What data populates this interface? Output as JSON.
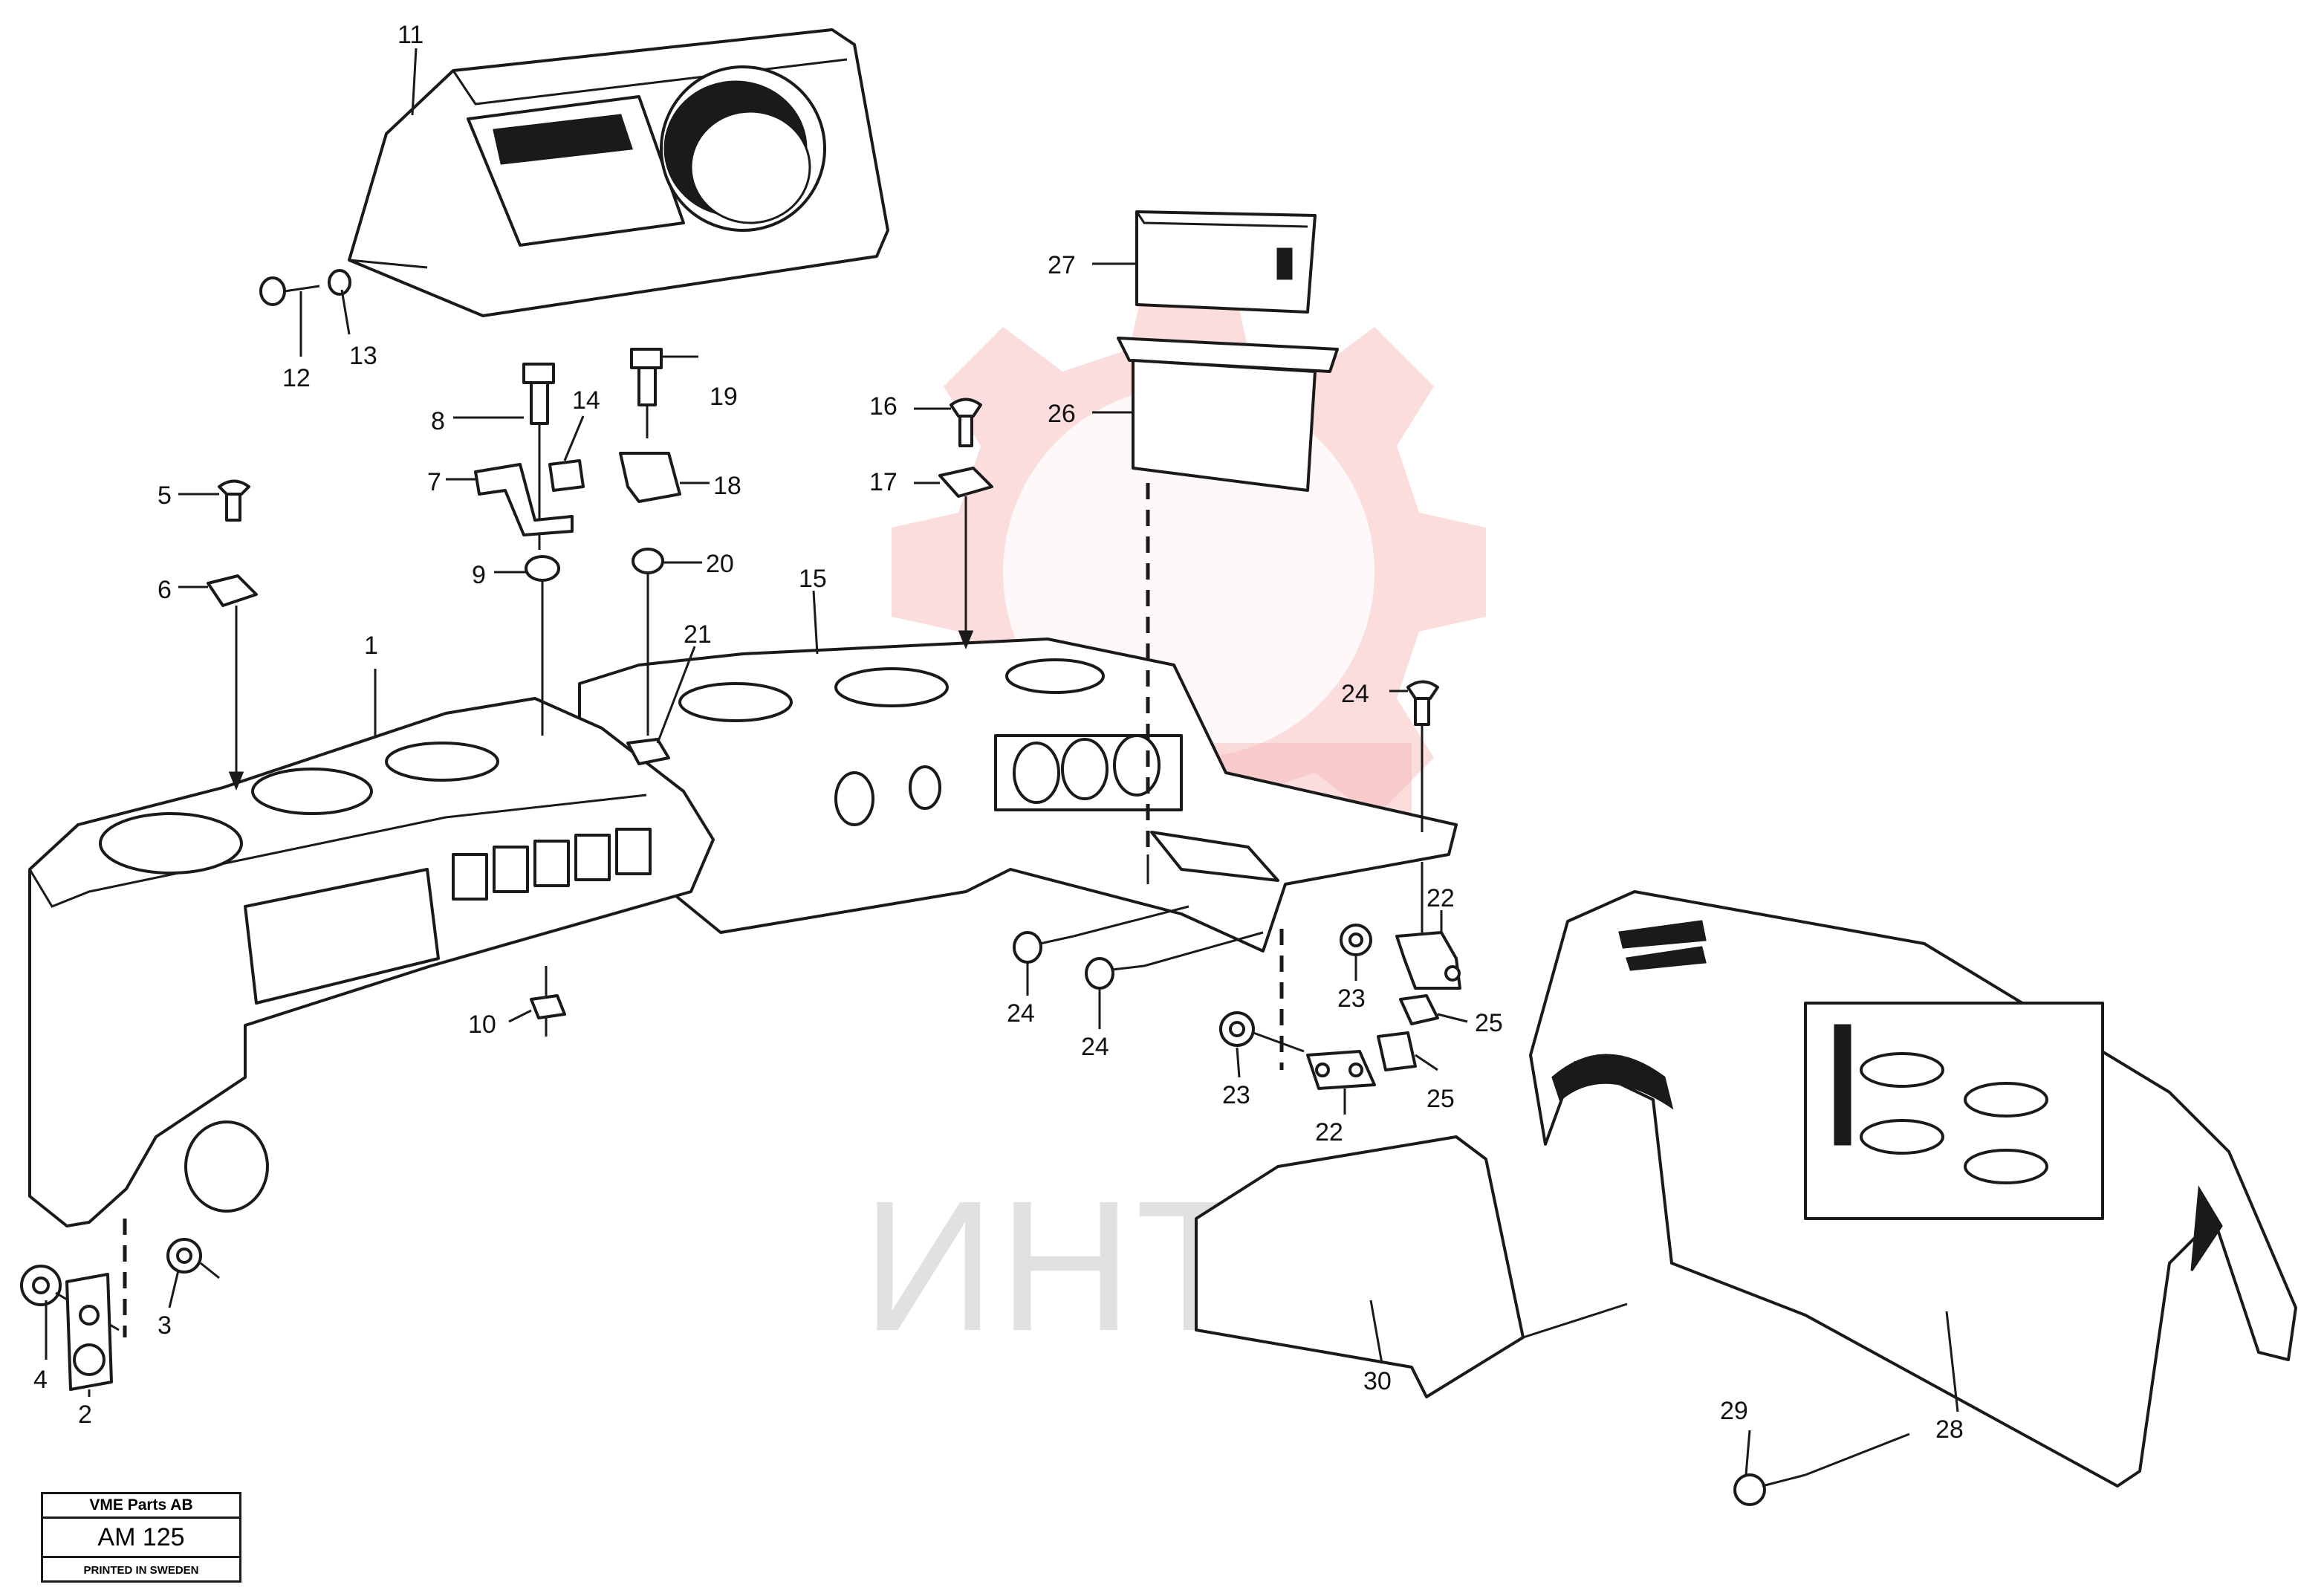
{
  "watermark": {
    "text": "ИНТЕХ",
    "color": "#f6b3b3"
  },
  "stamp": {
    "company": "VME Parts AB",
    "code": "AM 125",
    "printed": "PRINTED IN SWEDEN"
  },
  "callouts": [
    {
      "id": "c1",
      "text": "1"
    },
    {
      "id": "c2",
      "text": "2"
    },
    {
      "id": "c3",
      "text": "3"
    },
    {
      "id": "c4",
      "text": "4"
    },
    {
      "id": "c5",
      "text": "5"
    },
    {
      "id": "c6",
      "text": "6"
    },
    {
      "id": "c7",
      "text": "7"
    },
    {
      "id": "c8",
      "text": "8"
    },
    {
      "id": "c9",
      "text": "9"
    },
    {
      "id": "c10",
      "text": "10"
    },
    {
      "id": "c11",
      "text": "11"
    },
    {
      "id": "c12",
      "text": "12"
    },
    {
      "id": "c13",
      "text": "13"
    },
    {
      "id": "c14",
      "text": "14"
    },
    {
      "id": "c15",
      "text": "15"
    },
    {
      "id": "c16",
      "text": "16"
    },
    {
      "id": "c17",
      "text": "17"
    },
    {
      "id": "c18",
      "text": "18"
    },
    {
      "id": "c19",
      "text": "19"
    },
    {
      "id": "c20",
      "text": "20"
    },
    {
      "id": "c21",
      "text": "21"
    },
    {
      "id": "c22a",
      "text": "22"
    },
    {
      "id": "c22b",
      "text": "22"
    },
    {
      "id": "c23a",
      "text": "23"
    },
    {
      "id": "c23b",
      "text": "23"
    },
    {
      "id": "c24a",
      "text": "24"
    },
    {
      "id": "c24b",
      "text": "24"
    },
    {
      "id": "c24c",
      "text": "24"
    },
    {
      "id": "c25a",
      "text": "25"
    },
    {
      "id": "c25b",
      "text": "25"
    },
    {
      "id": "c26",
      "text": "26"
    },
    {
      "id": "c27",
      "text": "27"
    },
    {
      "id": "c28",
      "text": "28"
    },
    {
      "id": "c29",
      "text": "29"
    },
    {
      "id": "c30",
      "text": "30"
    }
  ]
}
